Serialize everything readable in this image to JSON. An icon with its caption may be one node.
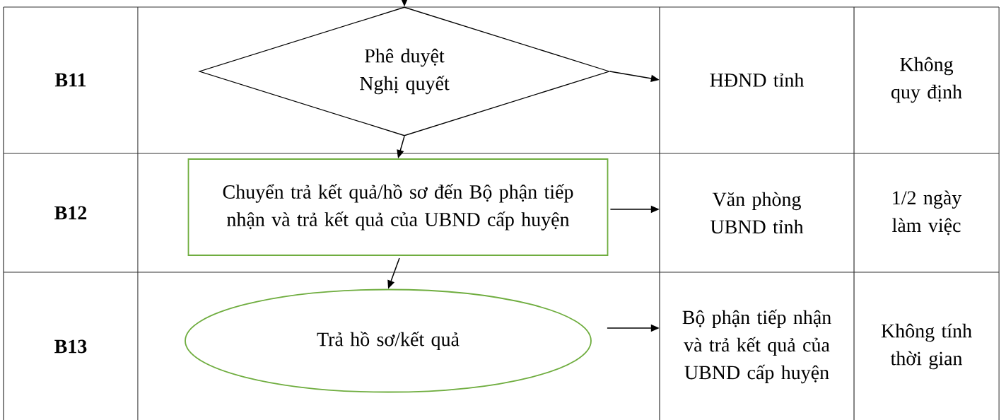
{
  "diagram": {
    "nodes": [
      {
        "text": [
          "Phê duyệt Nghị quyết"
        ]
      },
      {
        "text": [
          "Chuyển trả kết quả/hồ sơ đến Bộ phận tiếp nhận và trả kết quả của UBND cấp huyện"
        ]
      },
      {
        "text": [
          "Trả hồ sơ/kết quả"
        ]
      },
      {
        "text": [
          "HĐND tỉnh"
        ]
      },
      {
        "text": [
          "Văn phòng UBND tỉnh"
        ]
      },
      {
        "text": [
          "Bộ phận tiếp nhận và trả kết quả của UBND cấp huyện"
        ]
      }
    ],
    "edges": [
      {
        "from": null,
        "to": 0,
        "arrow": "to"
      },
      {
        "from": 0,
        "to": 1,
        "arrow": "to"
      },
      {
        "from": 1,
        "to": 2,
        "arrow": "to"
      },
      {
        "from": 0,
        "to": 3,
        "arrow": "to"
      },
      {
        "from": 1,
        "to": 4,
        "arrow": "to"
      },
      {
        "from": 2,
        "to": 5,
        "arrow": "to"
      }
    ],
    "labels": [
      "B11",
      "Không quy định",
      "B12",
      "1/2 ngày làm việc",
      "B13",
      "Không tính thời gian"
    ]
  }
}
